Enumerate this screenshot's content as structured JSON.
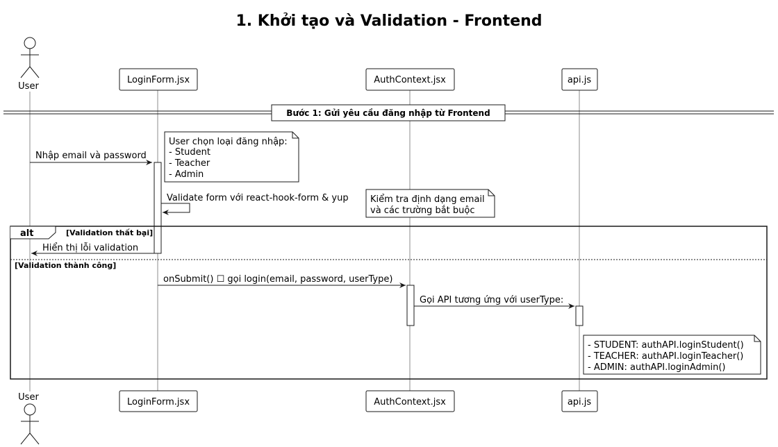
{
  "title": "1. Khởi tạo và Validation - Frontend",
  "participants": [
    {
      "id": "user",
      "label": "User",
      "type": "actor"
    },
    {
      "id": "loginform",
      "label": "LoginForm.jsx",
      "type": "participant"
    },
    {
      "id": "authcontext",
      "label": "AuthContext.jsx",
      "type": "participant"
    },
    {
      "id": "api",
      "label": "api.js",
      "type": "participant"
    }
  ],
  "divider": "Bước 1: Gửi yêu cầu đăng nhập từ Frontend",
  "messages": {
    "enter_credentials": "Nhập email và password",
    "validate_form": "Validate form với react-hook-form & yup",
    "show_error": "Hiển thị lỗi validation",
    "on_submit": "onSubmit() ☐ gọi login(email, password, userType)",
    "call_api": "Gọi API tương ứng với userType:"
  },
  "notes": {
    "login_type": [
      "User chọn loại đăng nhập:",
      "- Student",
      "- Teacher",
      "- Admin"
    ],
    "validation_check": [
      "Kiểm tra định dạng email",
      "và các trường bắt buộc"
    ],
    "api_calls": [
      "- STUDENT: authAPI.loginStudent()",
      "- TEACHER: authAPI.loginTeacher()",
      "- ADMIN: authAPI.loginAdmin()"
    ]
  },
  "alt_fragment": {
    "keyword": "alt",
    "guard_fail": "[Validation thất bại]",
    "guard_success": "[Validation thành công]"
  },
  "colors": {
    "line": "#181818",
    "note_fill": "#ffffff",
    "background": "#ffffff"
  }
}
